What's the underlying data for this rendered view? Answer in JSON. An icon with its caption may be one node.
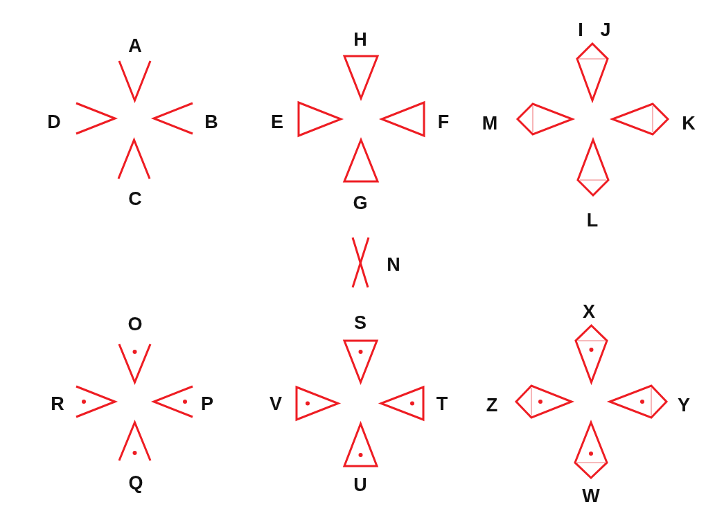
{
  "diagram": {
    "labels": [
      "A",
      "H",
      "I",
      "J",
      "D",
      "B",
      "E",
      "F",
      "M",
      "K",
      "C",
      "G",
      "L",
      "N",
      "O",
      "S",
      "X",
      "R",
      "P",
      "V",
      "T",
      "Z",
      "Y",
      "Q",
      "U",
      "W"
    ]
  }
}
